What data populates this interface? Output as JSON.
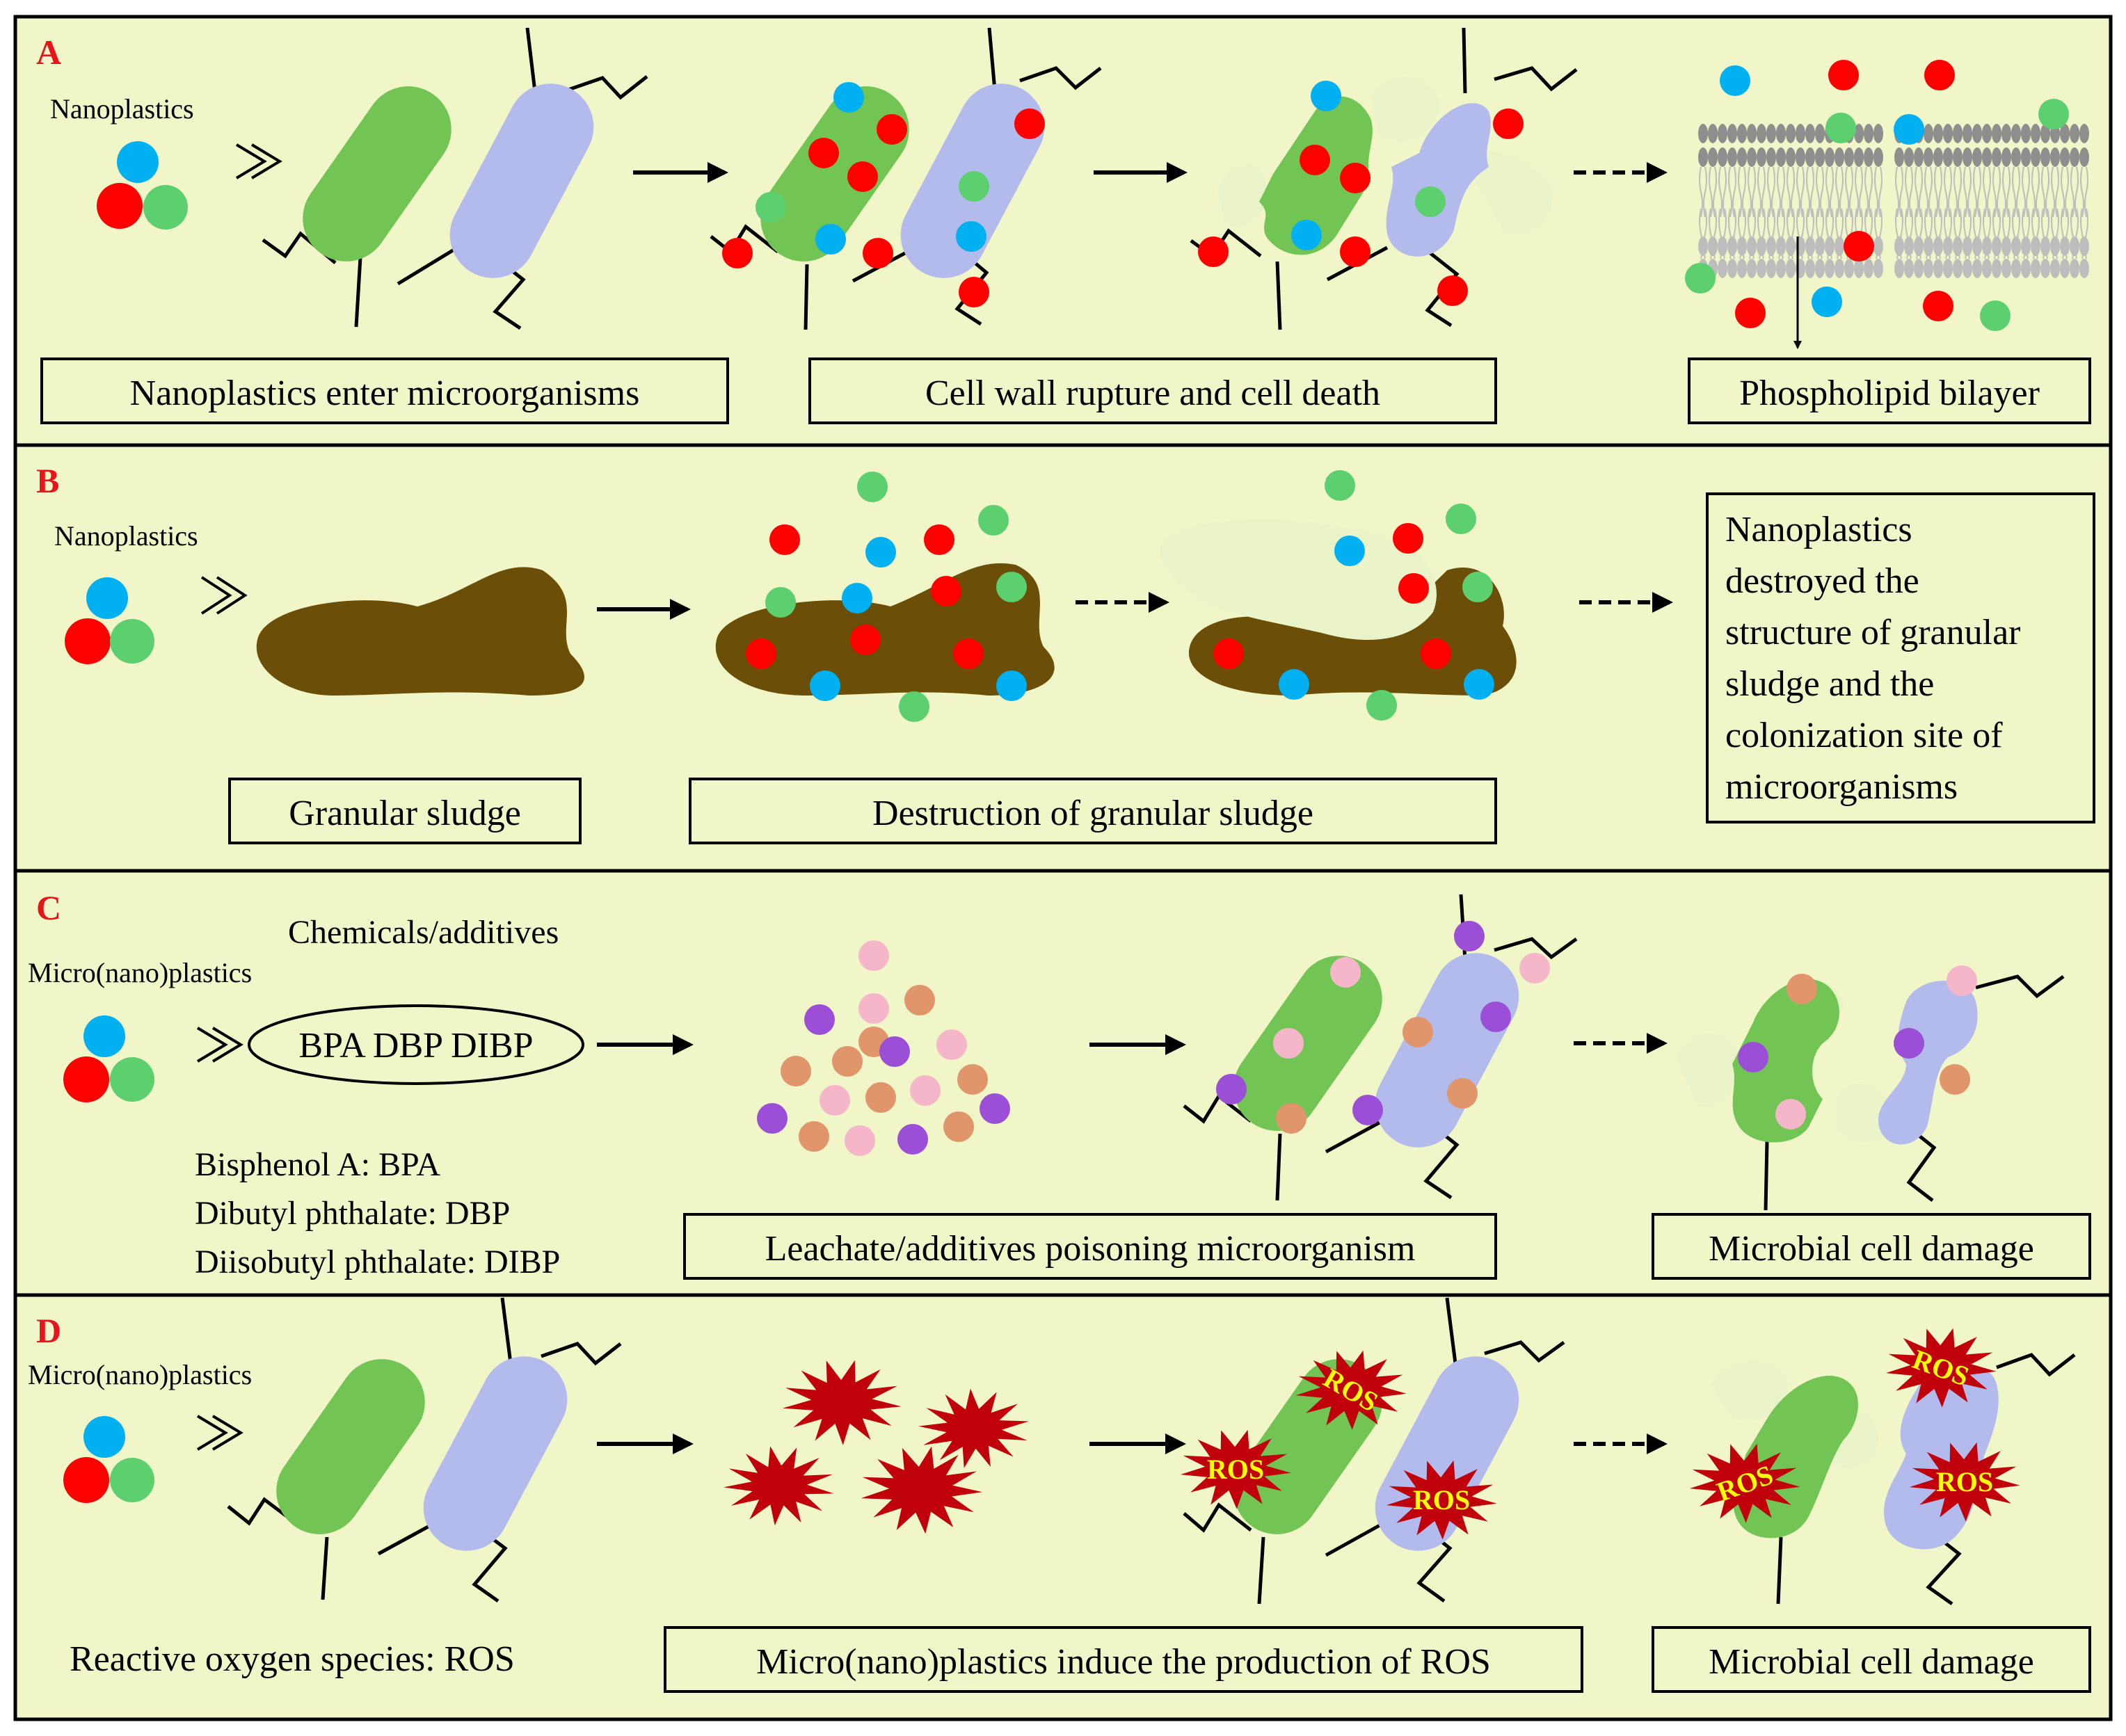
{
  "colors": {
    "background": "#f1f6c9",
    "border": "#000000",
    "panel_letter": "#e8141b",
    "cell_green": "#72c554",
    "cell_purple": "#b3bbed",
    "sludge": "#6b4e07",
    "ghost": "#eaf4c8",
    "particle_red": "#ff0000",
    "particle_blue": "#00b0f0",
    "particle_green": "#5ccf6e",
    "particle_purple": "#9b4fd6",
    "particle_pink": "#f4b6c8",
    "particle_tan": "#e0956a",
    "ros_star": "#c0000a",
    "ros_text": "#ffff00"
  },
  "panels": {
    "A": {
      "letter": "A",
      "nano_label": "Nanoplastics",
      "box1": "Nanoplastics enter microorganisms",
      "box2": "Cell wall rupture and cell death",
      "box3": "Phospholipid bilayer"
    },
    "B": {
      "letter": "B",
      "nano_label": "Nanoplastics",
      "box1": "Granular sludge",
      "box2": "Destruction of granular sludge",
      "box3_lines": [
        "Nanoplastics",
        "destroyed the",
        "structure of granular",
        "sludge and the",
        "colonization site of",
        "microorganisms"
      ]
    },
    "C": {
      "letter": "C",
      "chem_label": "Chemicals/additives",
      "micro_label": "Micro(nano)plastics",
      "ellipse_text": "BPA  DBP DIBP",
      "legend": [
        "Bisphenol A: BPA",
        "Dibutyl phthalate: DBP",
        "Diisobutyl phthalate: DIBP"
      ],
      "box1": "Leachate/additives poisoning microorganism",
      "box2": "Microbial cell damage"
    },
    "D": {
      "letter": "D",
      "micro_label": "Micro(nano)plastics",
      "ros_def": "Reactive oxygen species: ROS",
      "ros": "ROS",
      "box1": "Micro(nano)plastics induce the production of ROS",
      "box2": "Microbial cell damage"
    }
  }
}
